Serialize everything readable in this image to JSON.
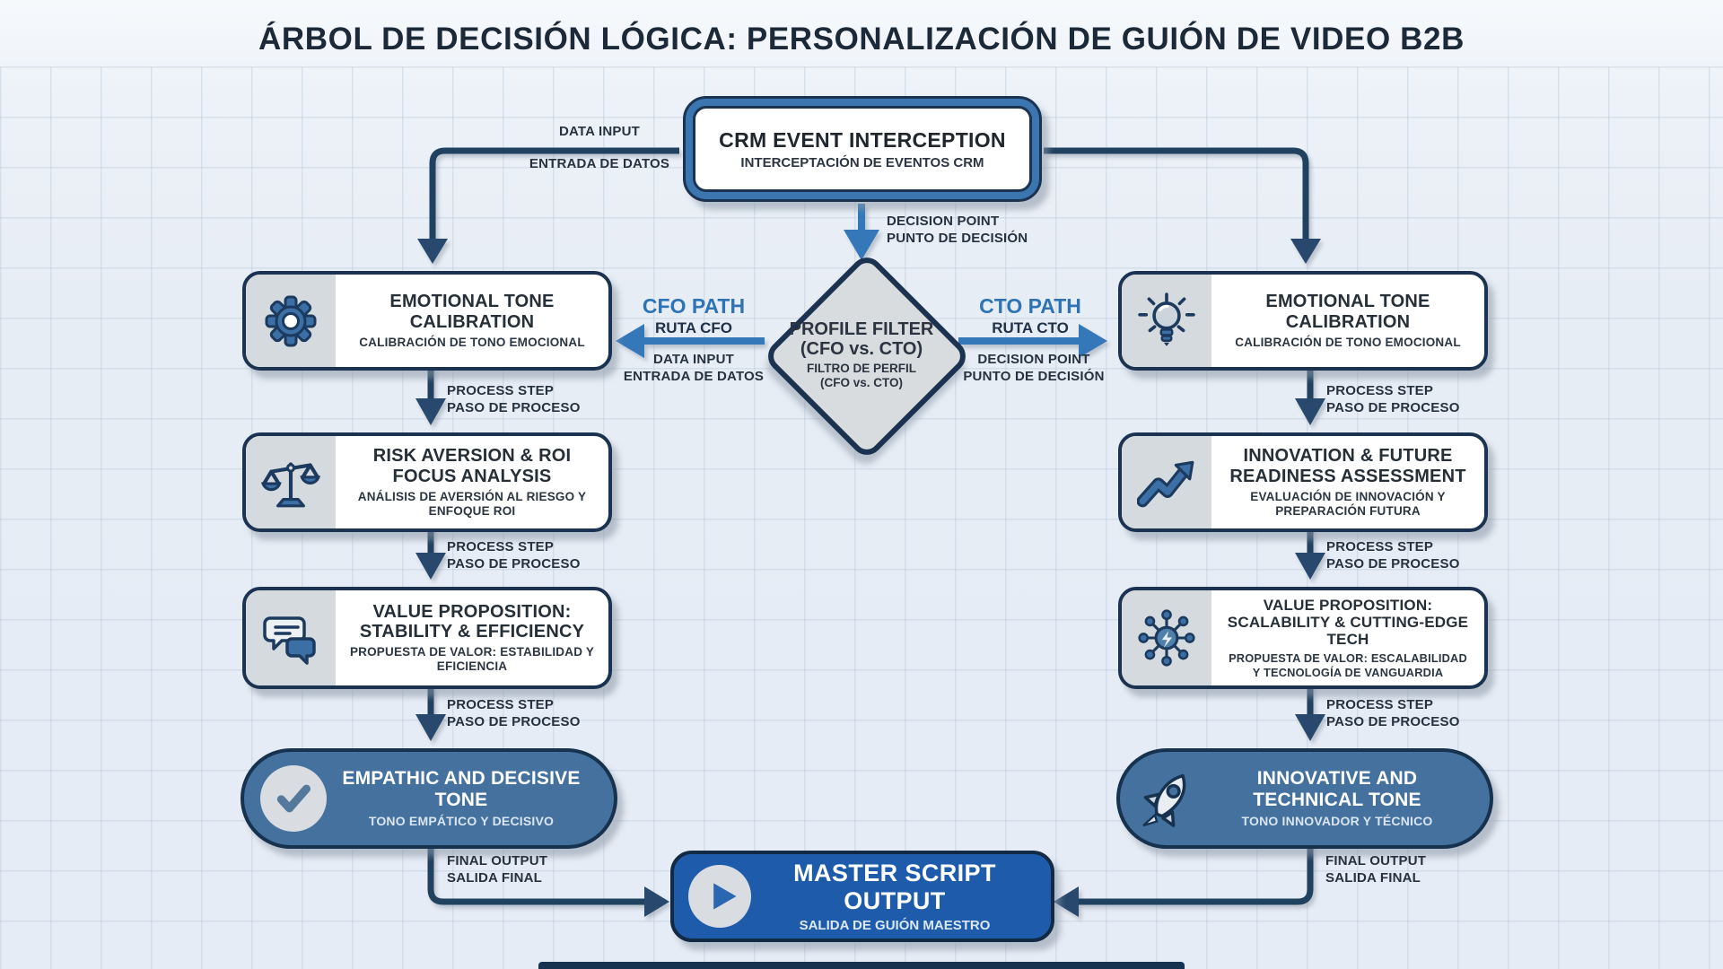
{
  "title": "ÁRBOL DE DECISIÓN LÓGICA: PERSONALIZACIÓN DE GUIÓN DE VIDEO B2B",
  "edge_labels": {
    "data_input_en": "DATA INPUT",
    "data_input_es": "ENTRADA DE DATOS",
    "decision_point_en": "DECISION POINT",
    "decision_point_es": "PUNTO DE DECISIÓN",
    "process_step_en": "PROCESS STEP",
    "process_step_es": "PASO DE PROCESO",
    "final_output_en": "FINAL OUTPUT",
    "final_output_es": "SALIDA FINAL",
    "cfo_path_en": "CFO PATH",
    "cfo_path_es": "RUTA CFO",
    "cto_path_en": "CTO PATH",
    "cto_path_es": "RUTA CTO"
  },
  "nodes": {
    "crm": {
      "title": "CRM EVENT INTERCEPTION",
      "subtitle": "INTERCEPTACIÓN DE EVENTOS CRM"
    },
    "profile_filter": {
      "title_line1": "PROFILE FILTER",
      "title_line2": "(CFO vs. CTO)",
      "subtitle_line1": "FILTRO DE PERFIL",
      "subtitle_line2": "(CFO vs. CTO)"
    },
    "cfo_tone_calibration": {
      "icon": "gear-icon",
      "title": "EMOTIONAL TONE CALIBRATION",
      "subtitle": "CALIBRACIÓN DE TONO EMOCIONAL"
    },
    "cfo_risk_analysis": {
      "icon": "balance-scale-icon",
      "title": "RISK AVERSION & ROI FOCUS ANALYSIS",
      "subtitle": "ANÁLISIS DE AVERSIÓN AL RIESGO Y ENFOQUE ROI"
    },
    "cfo_value_prop": {
      "icon": "chat-bubbles-icon",
      "title": "VALUE PROPOSITION: STABILITY & EFFICIENCY",
      "subtitle": "PROPUESTA DE VALOR: ESTABILIDAD Y EFICIENCIA"
    },
    "cfo_result": {
      "icon": "check-circle-icon",
      "title": "EMPATHIC AND DECISIVE TONE",
      "subtitle": "TONO EMPÁTICO Y DECISIVO"
    },
    "cto_tone_calibration": {
      "icon": "lightbulb-icon",
      "title": "EMOTIONAL TONE CALIBRATION",
      "subtitle": "CALIBRACIÓN DE TONO EMOCIONAL"
    },
    "cto_innovation": {
      "icon": "trend-up-icon",
      "title": "INNOVATION & FUTURE READINESS ASSESSMENT",
      "subtitle": "EVALUACIÓN DE INNOVACIÓN Y PREPARACIÓN FUTURA"
    },
    "cto_value_prop": {
      "icon": "network-icon",
      "title": "VALUE PROPOSITION: SCALABILITY & CUTTING-EDGE TECH",
      "subtitle": "PROPUESTA DE VALOR: ESCALABILIDAD Y TECNOLOGÍA DE VANGUARDIA"
    },
    "cto_result": {
      "icon": "rocket-icon",
      "title": "INNOVATIVE AND TECHNICAL TONE",
      "subtitle": "TONO INNOVADOR Y TÉCNICO"
    },
    "master_output": {
      "icon": "play-icon",
      "title": "MASTER SCRIPT OUTPUT",
      "subtitle": "SALIDA DE GUIÓN MAESTRO"
    }
  },
  "colors": {
    "navy": "#1b3350",
    "connector_navy": "#20415f",
    "accent_blue": "#3478ba",
    "path_label_blue": "#2e74b5",
    "pill_blue": "#44719e",
    "master_blue": "#1e5cab",
    "panel_gray": "#d5dade",
    "diamond_gray": "#d9dcdf",
    "background": "#e7edf5"
  }
}
